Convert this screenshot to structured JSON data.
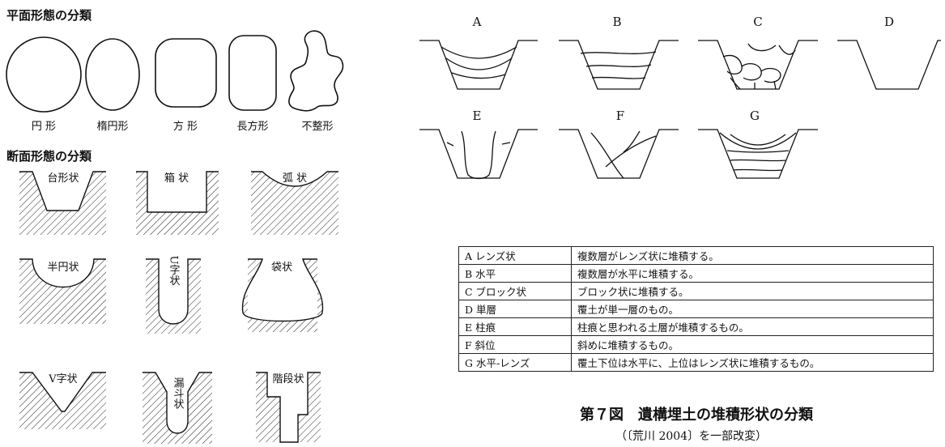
{
  "plan": {
    "heading": "平面形態の分類",
    "labels": [
      "円 形",
      "楕円形",
      "方 形",
      "長方形",
      "不整形"
    ]
  },
  "section": {
    "heading": "断面形態の分類",
    "labels": [
      "台形状",
      "箱 状",
      "弧 状",
      "半円状",
      "U字状",
      "袋状",
      "V字状",
      "漏斗状",
      "階段状"
    ]
  },
  "fill": {
    "letters": [
      "A",
      "B",
      "C",
      "D",
      "E",
      "F",
      "G"
    ],
    "legend": [
      {
        "key": "A レンズ状",
        "desc": "複数層がレンズ状に堆積する。"
      },
      {
        "key": "B 水平",
        "desc": "複数層が水平に堆積する。"
      },
      {
        "key": "C ブロック状",
        "desc": "ブロック状に堆積する。"
      },
      {
        "key": "D 単層",
        "desc": "覆土が単一層のもの。"
      },
      {
        "key": "E 柱痕",
        "desc": "柱痕と思われる土層が堆積するもの。"
      },
      {
        "key": "F 斜位",
        "desc": "斜めに堆積するもの。"
      },
      {
        "key": "G 水平-レンズ",
        "desc": "覆土下位は水平に、上位はレンズ状に堆積するもの。"
      }
    ]
  },
  "caption": {
    "figure_no": "第７図",
    "title": "遺構埋土の堆積形状の分類",
    "source": "（〔荒川 2004〕を一部改変）"
  }
}
